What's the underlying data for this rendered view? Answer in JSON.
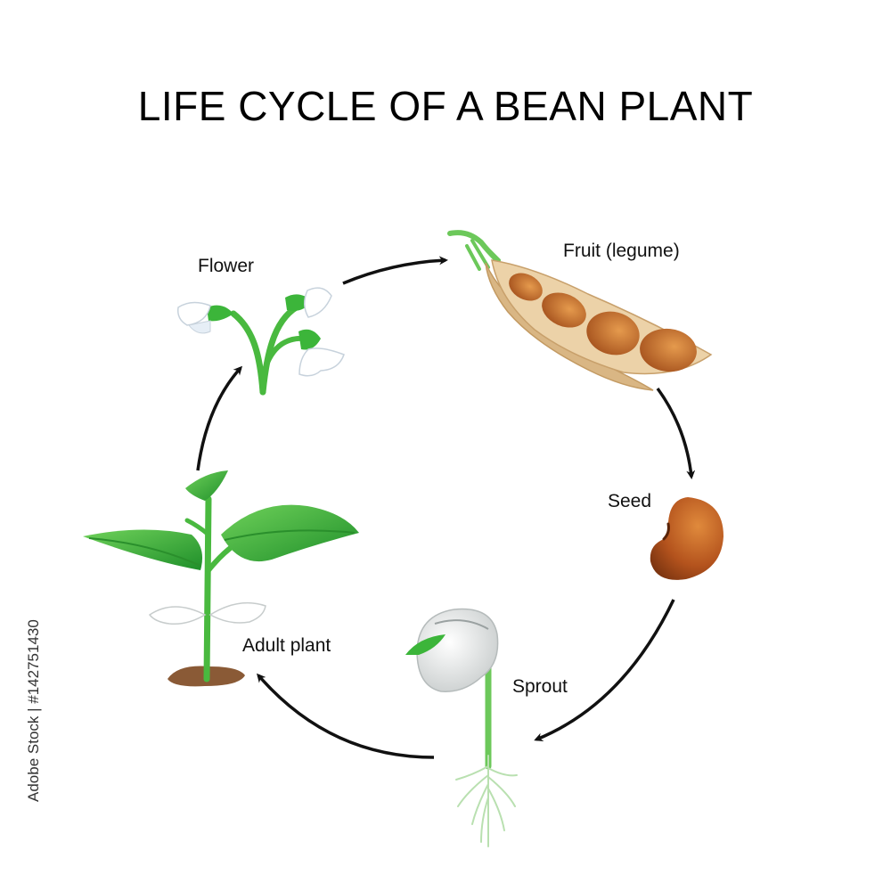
{
  "title": "LIFE CYCLE OF A BEAN PLANT",
  "stages": {
    "flower": "Flower",
    "fruit": "Fruit (legume)",
    "seed": "Seed",
    "sprout": "Sprout",
    "adult_plant": "Adult plant"
  },
  "cycle_order": [
    "Flower",
    "Fruit (legume)",
    "Seed",
    "Sprout",
    "Adult plant"
  ],
  "stock_id": "Adobe Stock | #142751430",
  "colors": {
    "leaf_green": "#3cb53a",
    "stem_green": "#49b93f",
    "bean_brown": "#b4531d",
    "pod_tan": "#e4c393",
    "soil_brown": "#8a5a36",
    "arrow": "#111111"
  }
}
